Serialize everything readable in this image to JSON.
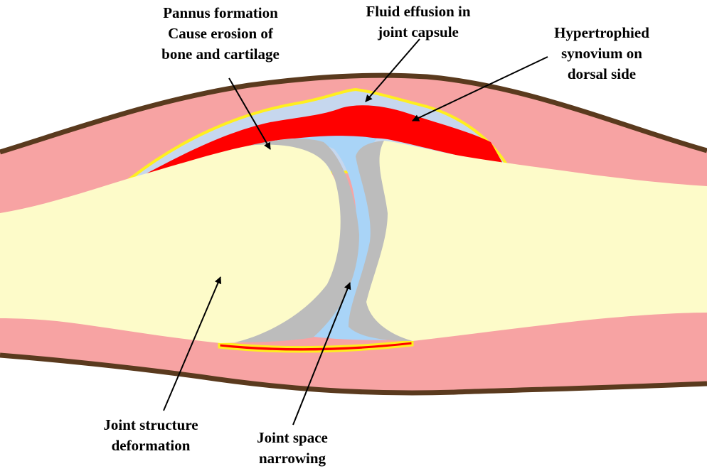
{
  "labels": {
    "pannus": [
      "Pannus formation",
      "Cause erosion of",
      "bone and cartilage"
    ],
    "fluid": [
      "Fluid effusion in",
      "joint capsule"
    ],
    "synovium": [
      "Hypertrophied",
      "synovium on",
      "dorsal side"
    ],
    "deformation": [
      "Joint structure",
      "deformation"
    ],
    "narrowing": [
      "Joint space",
      "narrowing"
    ]
  },
  "colors": {
    "skin_outline": "#5a3a1e",
    "soft_tissue": "#f7a3a3",
    "bone": "#fdfbc9",
    "cartilage": "#bcbcbc",
    "fluid": "#a9d4f7",
    "capsule_fluid": "#c6d7ee",
    "synovium": "#ff0000",
    "capsule_border": "#ffef1f",
    "arrow": "#000000"
  }
}
